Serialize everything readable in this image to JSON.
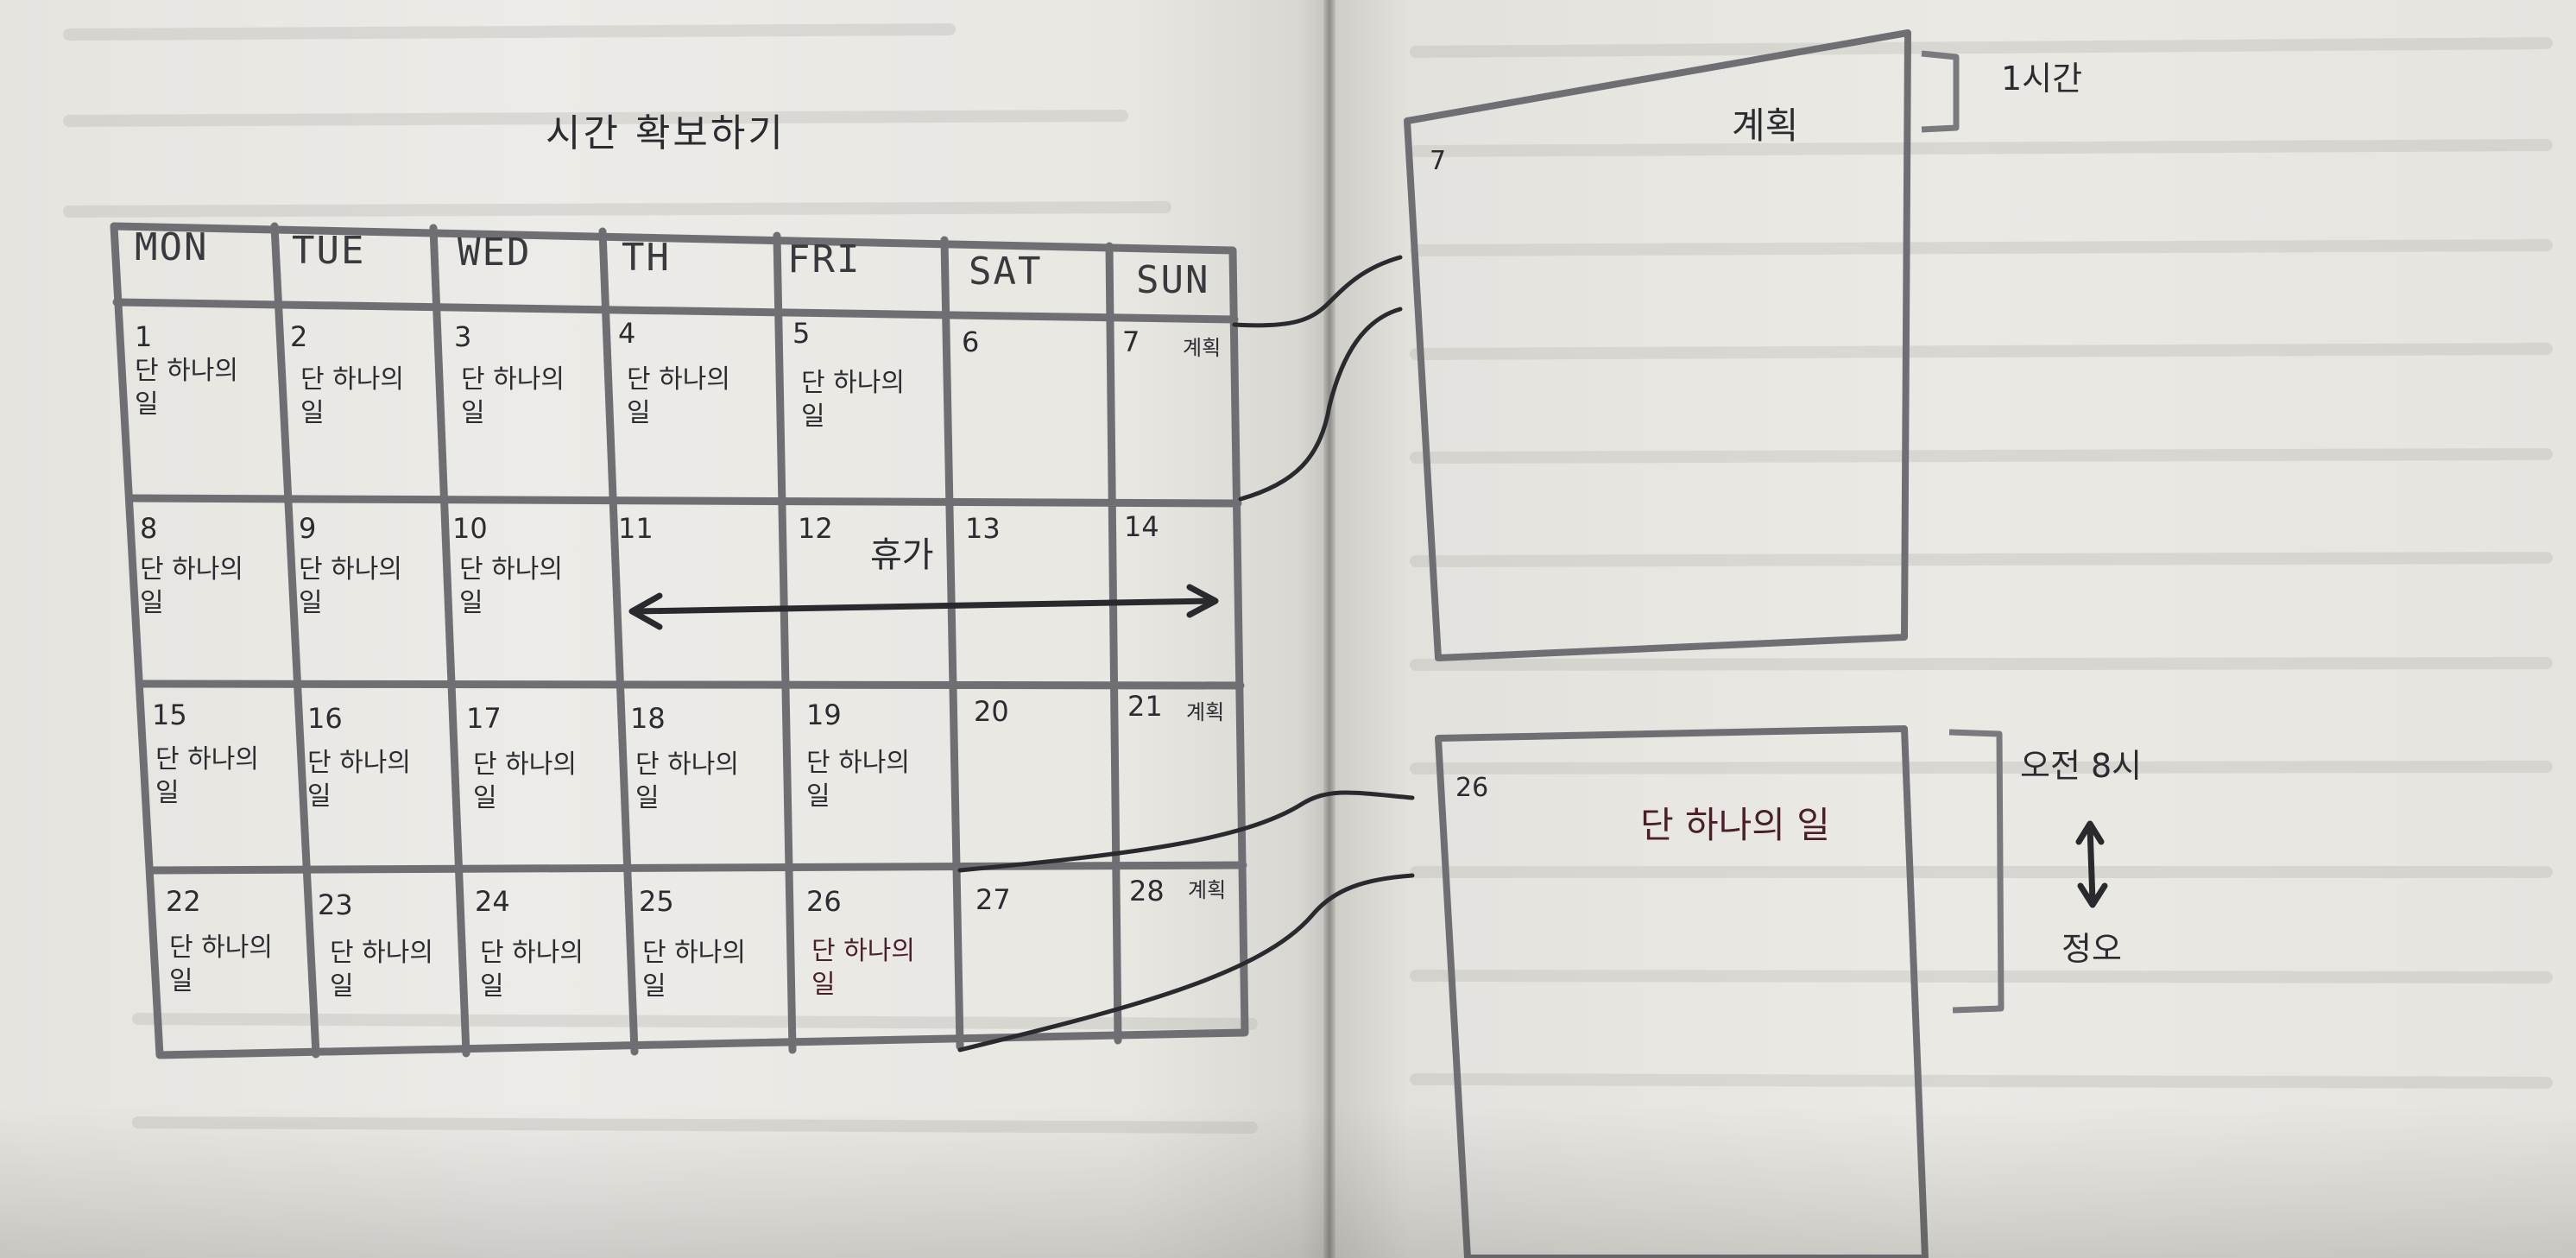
{
  "title": "시간 확보하기",
  "weekdays": [
    "MON",
    "TUE",
    "WED",
    "TH",
    "FRI",
    "SAT",
    "SUN"
  ],
  "weeks": [
    [
      {
        "day": "1",
        "task": "단 하나의 일"
      },
      {
        "day": "2",
        "task": "단 하나의 일"
      },
      {
        "day": "3",
        "task": "단 하나의 일"
      },
      {
        "day": "4",
        "task": "단 하나의 일"
      },
      {
        "day": "5",
        "task": "단 하나의 일"
      },
      {
        "day": "6",
        "task": ""
      },
      {
        "day": "7",
        "task": "계획"
      }
    ],
    [
      {
        "day": "8",
        "task": "단 하나의 일"
      },
      {
        "day": "9",
        "task": "단 하나의 일"
      },
      {
        "day": "10",
        "task": "단 하나의 일"
      },
      {
        "day": "11",
        "task": ""
      },
      {
        "day": "12",
        "task": ""
      },
      {
        "day": "13",
        "task": ""
      },
      {
        "day": "14",
        "task": ""
      }
    ],
    [
      {
        "day": "15",
        "task": "단 하나의 일"
      },
      {
        "day": "16",
        "task": "단 하나의 일"
      },
      {
        "day": "17",
        "task": "단 하나의 일"
      },
      {
        "day": "18",
        "task": "단 하나의 일"
      },
      {
        "day": "19",
        "task": "단 하나의 일"
      },
      {
        "day": "20",
        "task": ""
      },
      {
        "day": "21",
        "task": "계획"
      }
    ],
    [
      {
        "day": "22",
        "task": "단 하나의 일"
      },
      {
        "day": "23",
        "task": "단 하나의 일"
      },
      {
        "day": "24",
        "task": "단 하나의 일"
      },
      {
        "day": "25",
        "task": "단 하나의 일"
      },
      {
        "day": "26",
        "task": "단 하나의 일"
      },
      {
        "day": "27",
        "task": ""
      },
      {
        "day": "28",
        "task": "계획"
      }
    ]
  ],
  "vacation_label": "휴가",
  "plan_box": {
    "day": "7",
    "label": "계획",
    "duration": "1시간"
  },
  "task_box": {
    "day": "26",
    "label": "단 하나의 일",
    "start": "오전 8시",
    "end": "정오"
  },
  "colors": {
    "ink": "#2b2b30",
    "grid": "#6f6f73",
    "paper": "#ebe9e4",
    "accent_task": "#4a1f2c"
  }
}
